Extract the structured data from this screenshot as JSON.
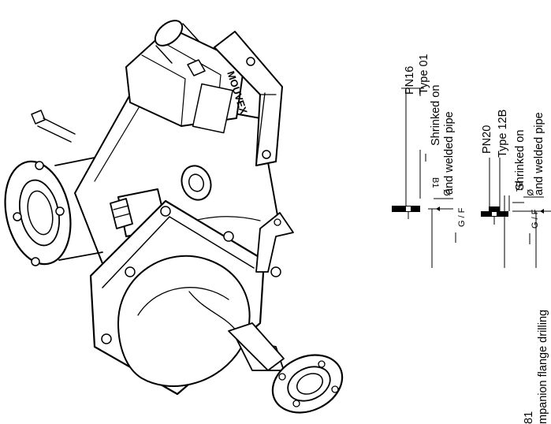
{
  "pump": {
    "brand_text": "MOUVEX"
  },
  "detail_pn16": {
    "pressure": "PN16",
    "type": "Type 01",
    "line1": "Shrinked on",
    "line2": "and welded pipe",
    "dim_b": "B1",
    "dim_diameter": "Ø",
    "dim_gf": "G / F"
  },
  "detail_pn20": {
    "pressure": "PN20",
    "type": "Type 12B",
    "line1": "Shrinked on",
    "line2": "and welded pipe",
    "dim_b": "B1",
    "dim_diameter": "Ø",
    "dim_gf": "G / F"
  },
  "footer": {
    "number": "81",
    "caption": "mpanion flange drilling"
  }
}
